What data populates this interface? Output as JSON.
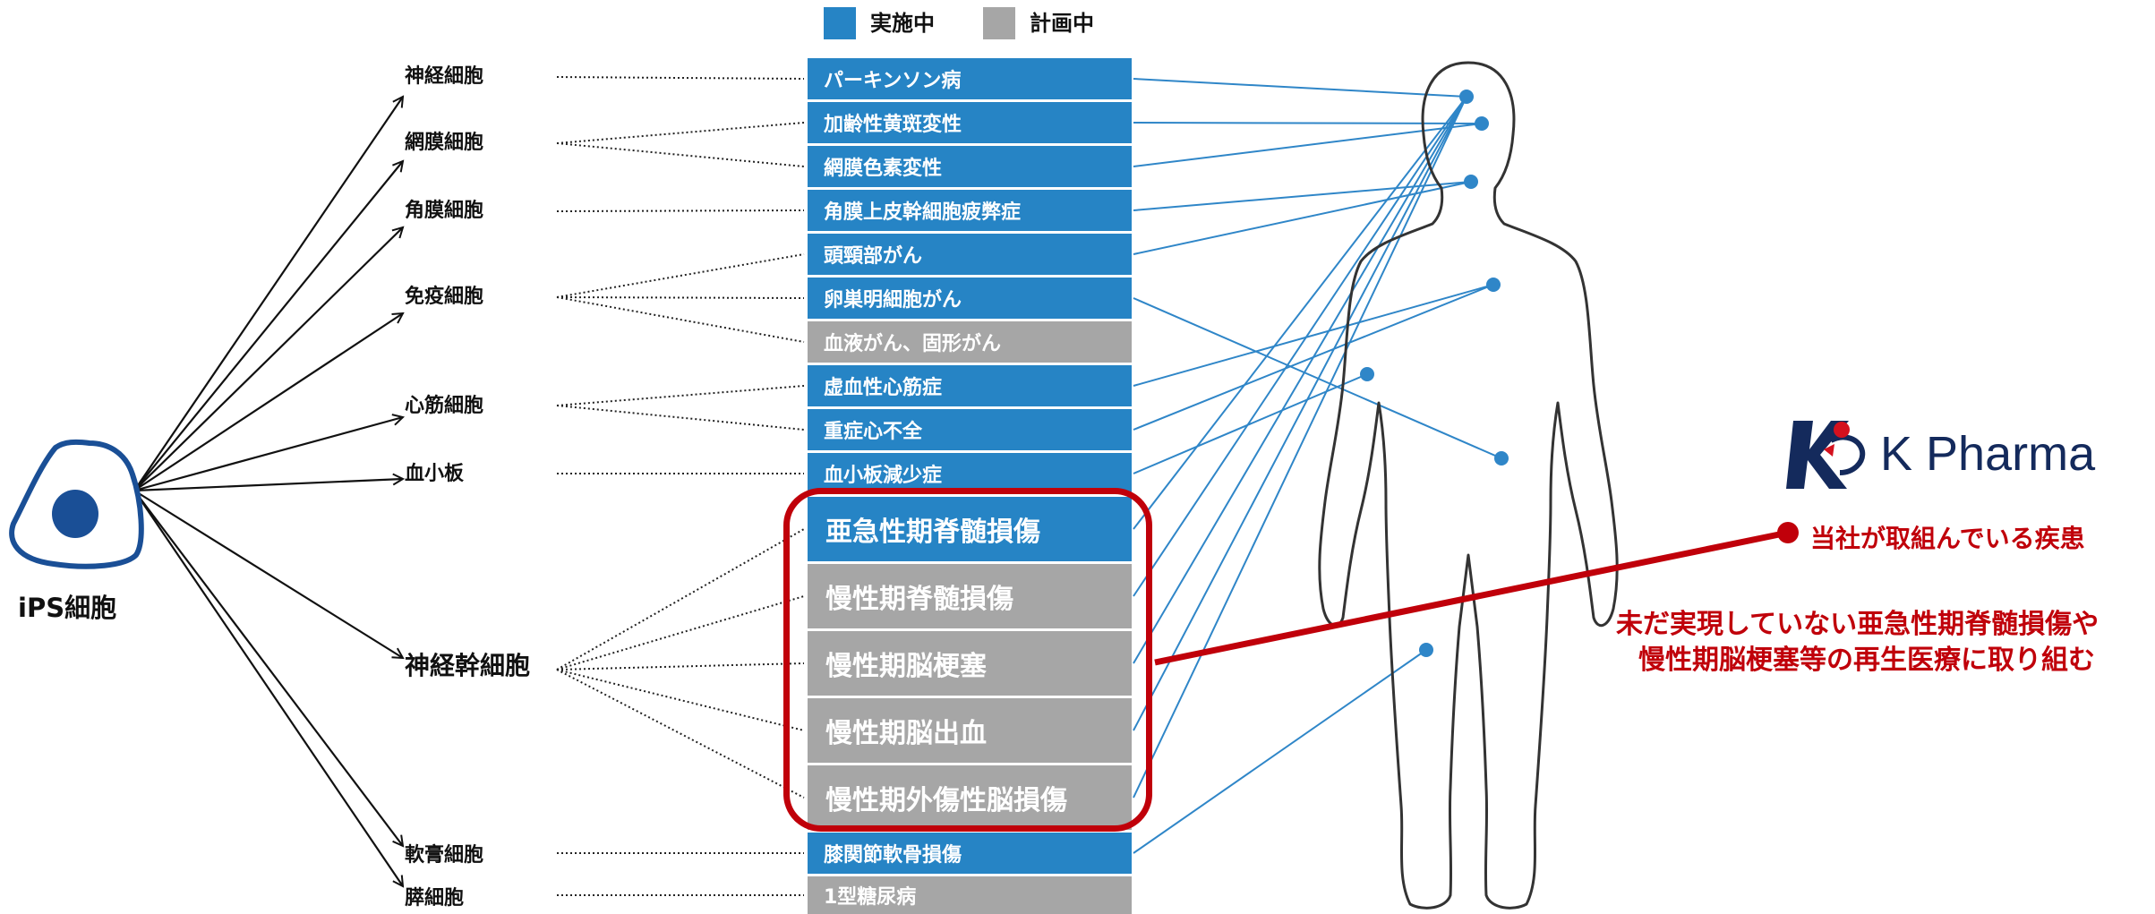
{
  "legend": [
    {
      "label": "実施中",
      "color": "#2684c5"
    },
    {
      "label": "計画中",
      "color": "#a6a6a6"
    }
  ],
  "source_cell": {
    "label": "iPS細胞",
    "fill": "#1a4f96",
    "stroke": "#1a4f96"
  },
  "cell_types": [
    {
      "id": "nerve",
      "label": "神経細胞"
    },
    {
      "id": "retina",
      "label": "網膜細胞"
    },
    {
      "id": "cornea",
      "label": "角膜細胞"
    },
    {
      "id": "immune",
      "label": "免疫細胞"
    },
    {
      "id": "cardio",
      "label": "心筋細胞"
    },
    {
      "id": "platelet",
      "label": "血小板"
    },
    {
      "id": "nsc",
      "label": "神経幹細胞"
    },
    {
      "id": "cartilage",
      "label": "軟膏細胞"
    },
    {
      "id": "pancreas",
      "label": "膵細胞"
    }
  ],
  "diseases": [
    {
      "label": "パーキンソン病",
      "status": "実施中"
    },
    {
      "label": "加齢性黄斑変性",
      "status": "実施中"
    },
    {
      "label": "網膜色素変性",
      "status": "実施中"
    },
    {
      "label": "角膜上皮幹細胞疲弊症",
      "status": "実施中"
    },
    {
      "label": "頭頸部がん",
      "status": "実施中"
    },
    {
      "label": "卵巣明細胞がん",
      "status": "実施中"
    },
    {
      "label": "血液がん、固形がん",
      "status": "計画中"
    },
    {
      "label": "虚血性心筋症",
      "status": "実施中"
    },
    {
      "label": "重症心不全",
      "status": "実施中"
    },
    {
      "label": "血小板減少症",
      "status": "実施中"
    },
    {
      "label": "亜急性期脊髄損傷",
      "status": "実施中"
    },
    {
      "label": "慢性期脊髄損傷",
      "status": "計画中"
    },
    {
      "label": "慢性期脳梗塞",
      "status": "計画中"
    },
    {
      "label": "慢性期脳出血",
      "status": "計画中"
    },
    {
      "label": "慢性期外傷性脳損傷",
      "status": "計画中"
    },
    {
      "label": "膝関節軟骨損傷",
      "status": "実施中"
    },
    {
      "label": "1型糖尿病",
      "status": "計画中"
    }
  ],
  "logo": {
    "company": "K Pharma",
    "colors": {
      "navy": "#142a5c",
      "red": "#d4111e"
    }
  },
  "callout": {
    "marker_label": "当社が取組んでいる疾患",
    "description_lines": [
      "未だ実現していない亜急性期脊髄損傷や",
      "慢性期脳梗塞等の再生医療に取り組む"
    ],
    "color": "#c0000a"
  },
  "colors": {
    "active": "#2684c5",
    "planned": "#a6a6a6",
    "link": "#2f86c8",
    "highlight": "#c0000a"
  }
}
